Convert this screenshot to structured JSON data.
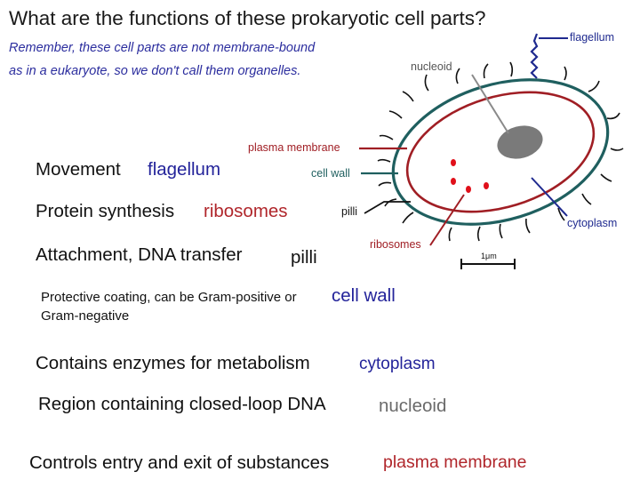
{
  "title": "What are the functions of these prokaryotic cell parts?",
  "note": [
    "Remember, these cell parts are not membrane-bound",
    "as in a eukaryote, so we don't call them organelles."
  ],
  "questions": [
    {
      "prompt": "Movement",
      "answer": "flagellum",
      "answer_color": "#23239a"
    },
    {
      "prompt": "Protein synthesis",
      "answer": "ribosomes",
      "answer_color": "#b0262b"
    },
    {
      "prompt": "Attachment, DNA transfer",
      "answer": "pilli",
      "answer_color": "#111111"
    },
    {
      "prompt": "Protective coating, can be Gram-positive or Gram-negative",
      "answer": "cell wall",
      "answer_color": "#23239a"
    },
    {
      "prompt": "Contains enzymes for metabolism",
      "answer": "cytoplasm",
      "answer_color": "#23239a"
    },
    {
      "prompt": "Region containing closed-loop DNA",
      "answer": "nucleoid",
      "answer_color": "#6a6a6a"
    },
    {
      "prompt": "Controls entry and exit of substances",
      "answer": "plasma membrane",
      "answer_color": "#b0262b"
    }
  ],
  "diagram": {
    "labels": {
      "flagellum": "flagellum",
      "nucleoid": "nucleoid",
      "plasma_membrane": "plasma membrane",
      "cell_wall": "cell wall",
      "pilli": "pilli",
      "ribosomes": "ribosomes",
      "cytoplasm": "cytoplasm",
      "scale": "1μm"
    },
    "colors": {
      "cell_wall": "#1f5f5f",
      "plasma_membrane": "#a01e24",
      "nucleoid": "#7a7a7a",
      "flagellum": "#1f2a8f",
      "ribosome": "#e0101a"
    }
  }
}
